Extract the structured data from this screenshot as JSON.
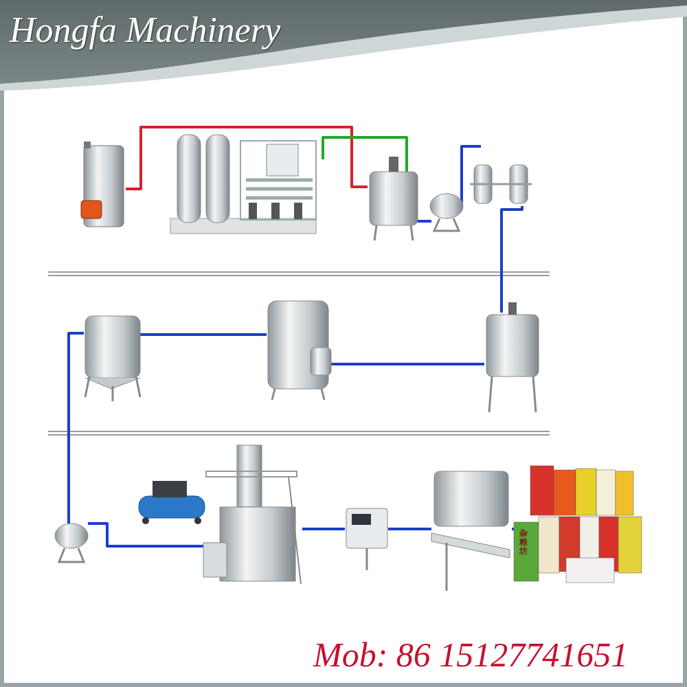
{
  "diagram": {
    "title": "Hongfa Machinery",
    "labels": [
      "Mob: 86 15127741651",
      "杂粮坊"
    ]
  }
}
